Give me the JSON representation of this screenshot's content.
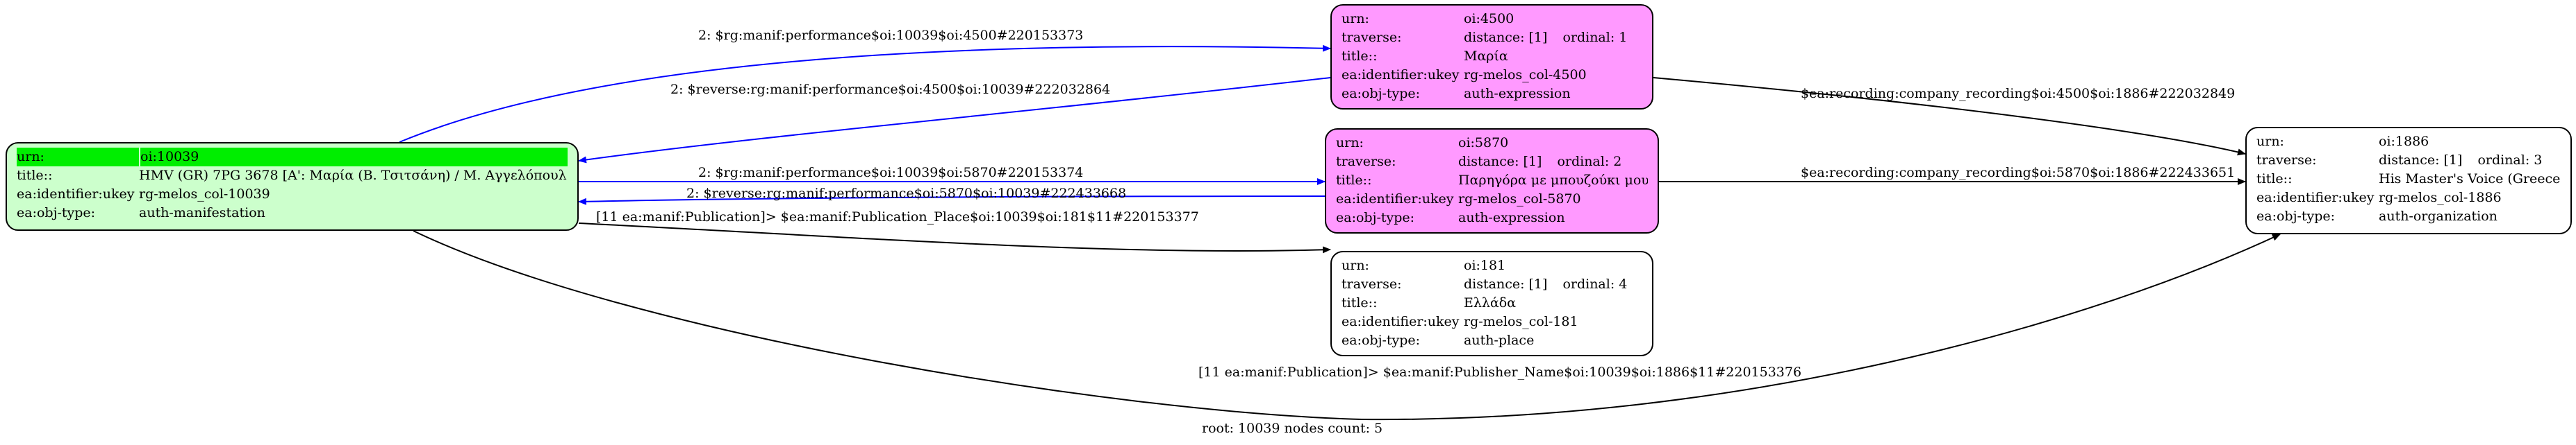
{
  "nodes": {
    "n10039": {
      "urn_label": "urn:",
      "urn": "oi:10039",
      "title_label": "title::",
      "title": "HMV (GR) 7PG 3678 [Α': Μαρία (Β. Τσιτσάνη) / Μ. Αγγελόπουλ...",
      "ukey_label": "ea:identifier:ukey",
      "ukey": "rg-melos_col-10039",
      "type_label": "ea:obj-type:",
      "type": "auth-manifestation"
    },
    "n4500": {
      "urn_label": "urn:",
      "urn": "oi:4500",
      "traverse_label": "traverse:",
      "distance": "distance: [1]",
      "ordinal": "ordinal: 1",
      "title_label": "title::",
      "title": "Μαρία",
      "ukey_label": "ea:identifier:ukey",
      "ukey": "rg-melos_col-4500",
      "type_label": "ea:obj-type:",
      "type": "auth-expression"
    },
    "n5870": {
      "urn_label": "urn:",
      "urn": "oi:5870",
      "traverse_label": "traverse:",
      "distance": "distance: [1]",
      "ordinal": "ordinal: 2",
      "title_label": "title::",
      "title": "Παρηγόρα με μπουζούκι μου",
      "ukey_label": "ea:identifier:ukey",
      "ukey": "rg-melos_col-5870",
      "type_label": "ea:obj-type:",
      "type": "auth-expression"
    },
    "n181": {
      "urn_label": "urn:",
      "urn": "oi:181",
      "traverse_label": "traverse:",
      "distance": "distance: [1]",
      "ordinal": "ordinal: 4",
      "title_label": "title::",
      "title": "Ελλάδα",
      "ukey_label": "ea:identifier:ukey",
      "ukey": "rg-melos_col-181",
      "type_label": "ea:obj-type:",
      "type": "auth-place"
    },
    "n1886": {
      "urn_label": "urn:",
      "urn": "oi:1886",
      "traverse_label": "traverse:",
      "distance": "distance: [1]",
      "ordinal": "ordinal: 3",
      "title_label": "title::",
      "title": "His Master's Voice (Greece)",
      "ukey_label": "ea:identifier:ukey",
      "ukey": "rg-melos_col-1886",
      "type_label": "ea:obj-type:",
      "type": "auth-organization"
    }
  },
  "edges": [
    {
      "label": "2: $rg:manif:performance$oi:10039$oi:4500#220153373",
      "color": "#0000ff"
    },
    {
      "label": "2: $reverse:rg:manif:performance$oi:4500$oi:10039#222032864",
      "color": "#0000ff"
    },
    {
      "label": "2: $rg:manif:performance$oi:10039$oi:5870#220153374",
      "color": "#0000ff"
    },
    {
      "label": "2: $reverse:rg:manif:performance$oi:5870$oi:10039#222433668",
      "color": "#0000ff"
    },
    {
      "label": "[11 ea:manif:Publication]> $ea:manif:Publication_Place$oi:10039$oi:181$11#220153377",
      "color": "#000000"
    },
    {
      "label": "[11 ea:manif:Publication]> $ea:manif:Publisher_Name$oi:10039$oi:1886$11#220153376",
      "color": "#000000"
    },
    {
      "label": "$ea:recording:company_recording$oi:4500$oi:1886#222032849",
      "color": "#000000"
    },
    {
      "label": "$ea:recording:company_recording$oi:5870$oi:1886#222433651",
      "color": "#000000"
    }
  ],
  "colors": {
    "expression_fill": "#ff99ff",
    "manifestation_fill": "#ccffcc",
    "root_highlight": "#00ee00",
    "performance_edge": "#0000ff",
    "other_edge": "#000000"
  },
  "footer": "root: 10039 nodes count: 5"
}
